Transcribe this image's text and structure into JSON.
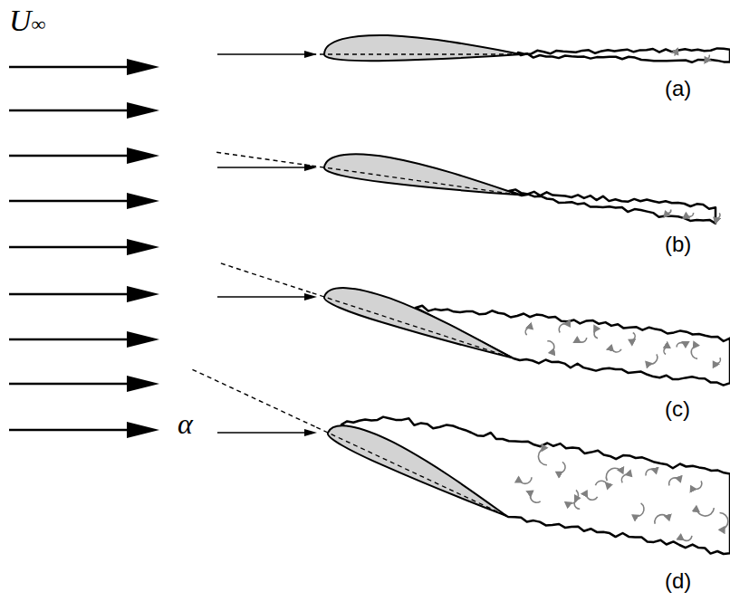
{
  "diagram": {
    "labels": [
      "U∞",
      "α",
      "(a)",
      "(b)",
      "(c)",
      "(d)"
    ]
  }
}
